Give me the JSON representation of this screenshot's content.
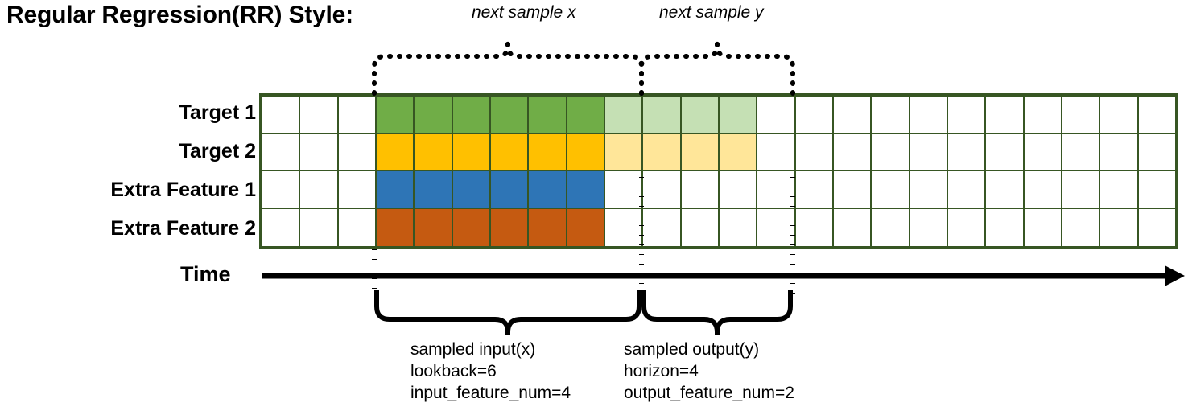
{
  "title": "Regular Regression(RR) Style:",
  "grid": {
    "columns": 24,
    "rows": [
      {
        "label": "Target 1",
        "cells": [
          "empty",
          "empty",
          "empty",
          "green",
          "green",
          "green",
          "green",
          "green",
          "green",
          "light-green",
          "light-green",
          "light-green",
          "light-green",
          "empty",
          "empty",
          "empty",
          "empty",
          "empty",
          "empty",
          "empty",
          "empty",
          "empty",
          "empty",
          "empty"
        ]
      },
      {
        "label": "Target 2",
        "cells": [
          "empty",
          "empty",
          "empty",
          "yellow",
          "yellow",
          "yellow",
          "yellow",
          "yellow",
          "yellow",
          "light-yellow",
          "light-yellow",
          "light-yellow",
          "light-yellow",
          "empty",
          "empty",
          "empty",
          "empty",
          "empty",
          "empty",
          "empty",
          "empty",
          "empty",
          "empty",
          "empty"
        ]
      },
      {
        "label": "Extra Feature 1",
        "cells": [
          "empty",
          "empty",
          "empty",
          "blue",
          "blue",
          "blue",
          "blue",
          "blue",
          "blue",
          "empty",
          "empty",
          "empty",
          "empty",
          "empty",
          "empty",
          "empty",
          "empty",
          "empty",
          "empty",
          "empty",
          "empty",
          "empty",
          "empty",
          "empty"
        ]
      },
      {
        "label": "Extra Feature 2",
        "cells": [
          "empty",
          "empty",
          "empty",
          "orange",
          "orange",
          "orange",
          "orange",
          "orange",
          "orange",
          "empty",
          "empty",
          "empty",
          "empty",
          "empty",
          "empty",
          "empty",
          "empty",
          "empty",
          "empty",
          "empty",
          "empty",
          "empty",
          "empty",
          "empty"
        ]
      }
    ]
  },
  "colors": {
    "border": "#375623",
    "green": "#70AD47",
    "light-green": "#C5E0B4",
    "yellow": "#FFC000",
    "light-yellow": "#FFE699",
    "blue": "#2E75B6",
    "orange": "#C55A11",
    "empty": "#FFFFFF",
    "ink": "#000000"
  },
  "top_brackets": [
    {
      "caption": "next sample x"
    },
    {
      "caption": "next sample y"
    }
  ],
  "axis": {
    "label": "Time"
  },
  "bottom_brackets": [
    {
      "lines": [
        "sampled input(x)",
        "lookback=6",
        "input_feature_num=4"
      ]
    },
    {
      "lines": [
        "sampled output(y)",
        "horizon=4",
        "output_feature_num=2"
      ]
    }
  ]
}
